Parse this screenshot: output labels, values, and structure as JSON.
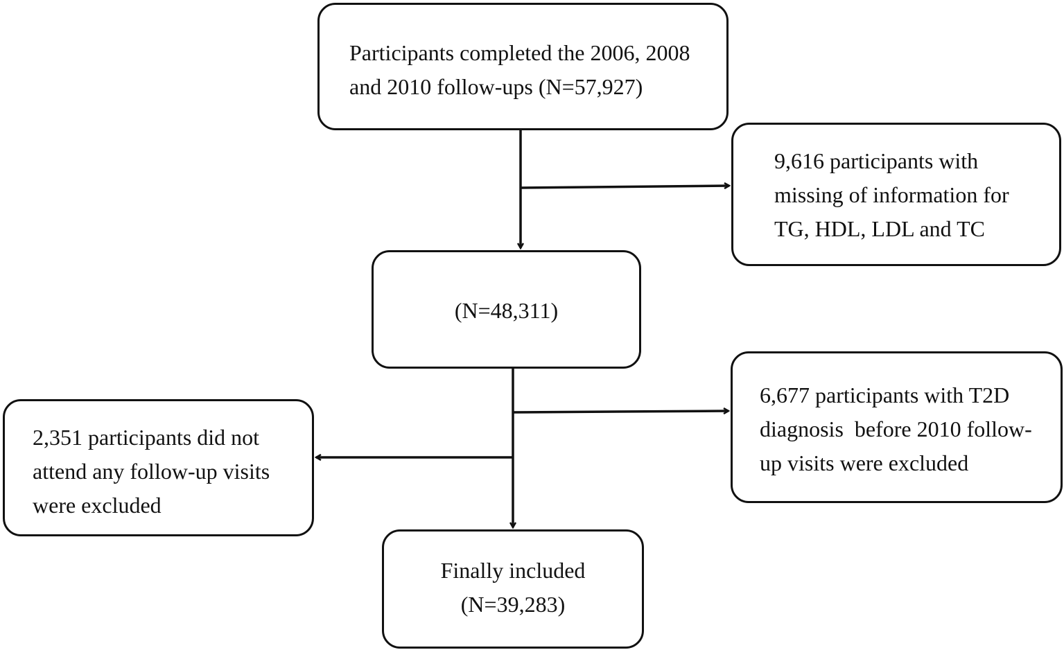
{
  "flowchart": {
    "start": {
      "lines": [
        "Participants completed the 2006, 2008",
        "and 2010 follow-ups (N=57,927)"
      ]
    },
    "exclusion_1": {
      "lines": [
        "9,616 participants with",
        "missing of information for",
        "TG, HDL, LDL and TC"
      ]
    },
    "middle": {
      "lines": [
        "(N=48,311)"
      ]
    },
    "exclusion_2": {
      "lines": [
        "6,677 participants with T2D",
        "diagnosis  before 2010 follow-",
        "up visits were excluded"
      ]
    },
    "exclusion_3": {
      "lines": [
        "2,351 participants did not",
        "attend any follow-up visits",
        "were excluded"
      ]
    },
    "final": {
      "lines": [
        "Finally included",
        "(N=39,283)"
      ]
    }
  },
  "colors": {
    "stroke": "#111111",
    "background": "#ffffff"
  }
}
